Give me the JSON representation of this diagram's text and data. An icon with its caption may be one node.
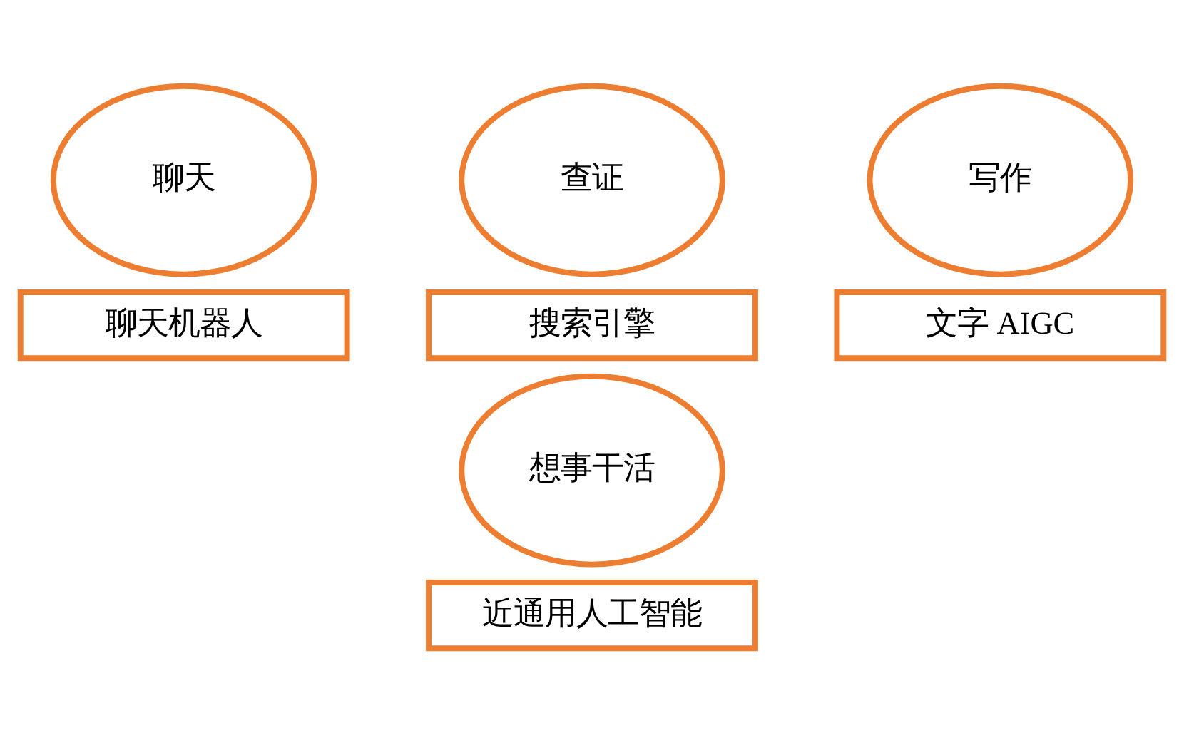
{
  "diagram": {
    "nodes": [
      {
        "text": [
          "聊天"
        ]
      },
      {
        "text": [
          "查证"
        ]
      },
      {
        "text": [
          "写作"
        ]
      },
      {
        "text": [
          "聊天机器人"
        ]
      },
      {
        "text": [
          "搜索引擎"
        ]
      },
      {
        "text": [
          "文字 AIGC"
        ]
      },
      {
        "text": [
          "想事干活"
        ]
      },
      {
        "text": [
          "近通用人工智能"
        ]
      }
    ]
  }
}
